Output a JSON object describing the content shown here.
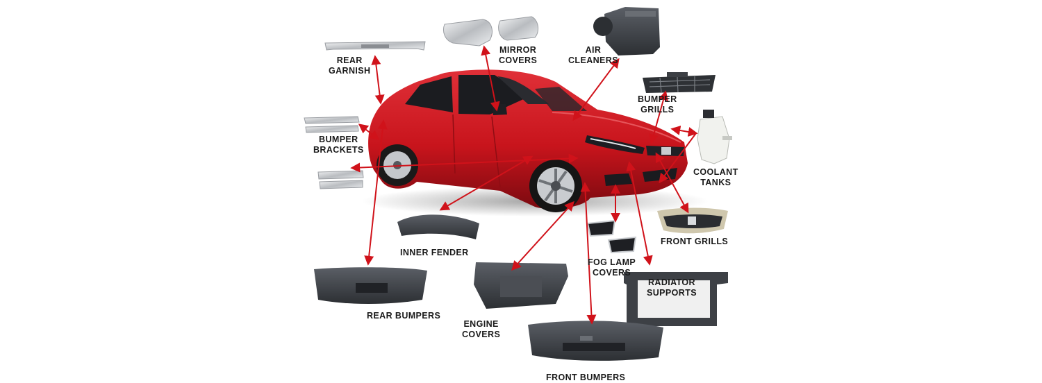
{
  "labels": {
    "rear_garnish": [
      "REAR",
      "GARNISH"
    ],
    "mirror_covers": [
      "MIRROR",
      "COVERS"
    ],
    "air_cleaners": [
      "AIR",
      "CLEANERS"
    ],
    "bumper_grills": [
      "BUMPER",
      "GRILLS"
    ],
    "coolant_tanks": [
      "COOLANT",
      "TANKS"
    ],
    "bumper_brackets": [
      "BUMPER",
      "BRACKETS"
    ],
    "front_grills": "FRONT GRILLS",
    "inner_fender": "INNER FENDER",
    "fog_lamp_covers": [
      "FOG LAMP",
      "COVERS"
    ],
    "radiator_supports": [
      "RADIATOR",
      "SUPPORTS"
    ],
    "rear_bumpers": "REAR BUMPERS",
    "engine_covers": [
      "ENGINE",
      "COVERS"
    ],
    "front_bumpers": "FRONT BUMPERS"
  },
  "colors": {
    "car_body": "#c8141c",
    "car_dark": "#7a0a10",
    "arrow": "#d0121a",
    "part_dark": "#3a3d42",
    "part_light": "#d9dcdf"
  }
}
